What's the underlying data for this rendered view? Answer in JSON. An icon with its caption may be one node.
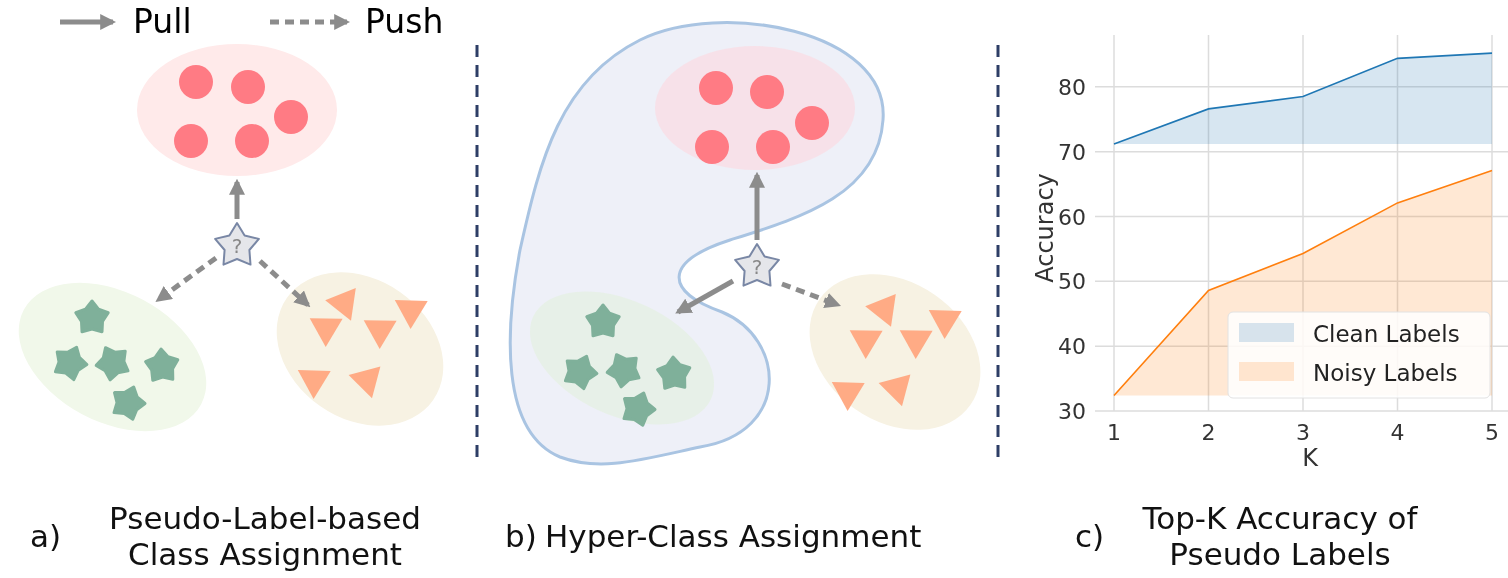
{
  "diagram": {
    "nodes": [
      {
        "text": [],
        "shape": "ellipse"
      },
      {
        "text": [
          "?"
        ]
      },
      {
        "text": [],
        "shape": "ellipse"
      },
      {
        "text": [],
        "shape": "ellipse"
      },
      {
        "text": [],
        "shape": "blob"
      },
      {
        "text": [],
        "shape": "ellipse",
        "in": 4
      },
      {
        "text": [
          "?"
        ]
      },
      {
        "text": [],
        "shape": "ellipse",
        "in": 4
      },
      {
        "text": [],
        "shape": "ellipse"
      }
    ],
    "edges": [
      {
        "from": 1,
        "to": 0,
        "arrow": "to"
      },
      {
        "from": 1,
        "to": 2,
        "arrow": "to",
        "style": "dashed"
      },
      {
        "from": 1,
        "to": 3,
        "arrow": "to",
        "style": "dashed"
      },
      {
        "from": 6,
        "to": 5,
        "arrow": "to"
      },
      {
        "from": 6,
        "to": 7,
        "arrow": "to"
      },
      {
        "from": 6,
        "to": 8,
        "arrow": "to",
        "style": "dashed"
      }
    ],
    "labels": [
      "a)",
      "Pseudo-Label-based Class Assignment",
      "b)",
      "Hyper-Class Assignment",
      "c)",
      "Top-K Accuracy of Pseudo Labels"
    ],
    "legend": [
      {
        "text": "Pull"
      },
      {
        "text": "Push"
      }
    ],
    "chart_data": {
      "type": "area",
      "xlabel": "K",
      "ylabel": "Accuracy",
      "categories": [
        1,
        2,
        3,
        4,
        5
      ],
      "series": [
        {
          "name": "Clean Labels",
          "color": "#1f77b4",
          "values": [
            71.2,
            76.6,
            78.5,
            84.4,
            85.2
          ]
        },
        {
          "name": "Noisy Labels",
          "color": "#ff7f0e",
          "values": [
            32.4,
            48.6,
            54.3,
            62.1,
            67.1
          ]
        }
      ],
      "yticks": [
        30,
        40,
        50,
        60,
        70,
        80
      ],
      "ylim": [
        30,
        88
      ],
      "grid": true,
      "legend": true
    }
  }
}
